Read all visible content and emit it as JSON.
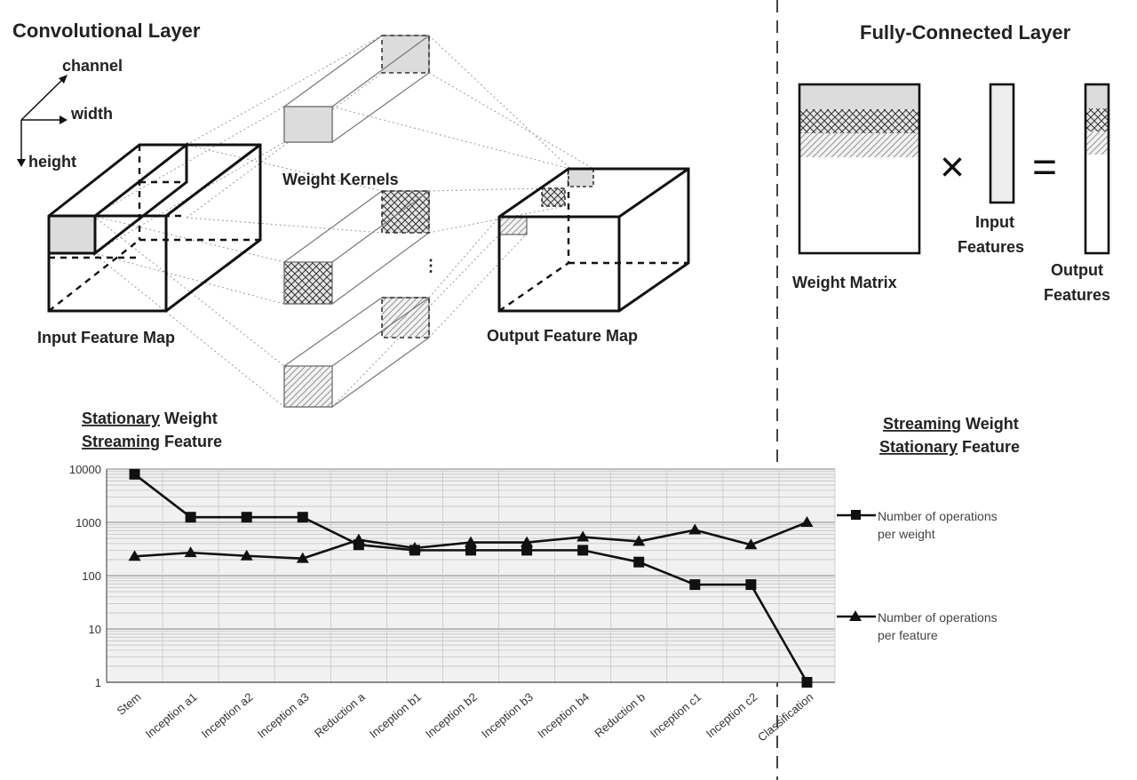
{
  "conv": {
    "title": "Convolutional Layer",
    "axis_channel": "channel",
    "axis_width": "width",
    "axis_height": "height",
    "weight_kernels": "Weight Kernels",
    "ellipsis": "⋮",
    "input_map": "Input Feature Map",
    "output_map": "Output Feature Map"
  },
  "fc": {
    "title": "Fully-Connected Layer",
    "times": "×",
    "equals": "=",
    "weight_matrix": "Weight Matrix",
    "input_features_1": "Input",
    "input_features_2": "Features",
    "output_features_1": "Output",
    "output_features_2": "Features"
  },
  "regions": {
    "left_1a": "Stationary",
    "left_1b": " Weight",
    "left_2a": "Streaming",
    "left_2b": " Feature",
    "right_1a": "Streaming",
    "right_1b": " Weight",
    "right_2a": "Stationary",
    "right_2b": " Feature"
  },
  "chart_data": {
    "type": "line",
    "yscale": "log",
    "ylim": [
      1,
      10000
    ],
    "yticks": [
      "10000",
      "1000",
      "100",
      "10",
      "1"
    ],
    "grid": "horizontal minor and major",
    "legend_position": "right",
    "categories": [
      "Stem",
      "Inception a1",
      "Inception a2",
      "Inception a3",
      "Reduction a",
      "Inception b1",
      "Inception b2",
      "Inception b3",
      "Inception b4",
      "Reduction b",
      "Inception c1",
      "Inception c2",
      "Classification"
    ],
    "series": [
      {
        "name": "Number of operations per weight",
        "legend_1": "Number of operations",
        "legend_2": "per weight",
        "marker": "square",
        "values": [
          8000,
          1250,
          1250,
          1250,
          380,
          300,
          300,
          300,
          300,
          180,
          68,
          68,
          1
        ]
      },
      {
        "name": "Number of operations per feature",
        "legend_1": "Number of operations",
        "legend_2": "per feature",
        "marker": "triangle",
        "values": [
          230,
          270,
          235,
          210,
          470,
          330,
          420,
          420,
          530,
          440,
          720,
          380,
          1000
        ]
      }
    ]
  }
}
